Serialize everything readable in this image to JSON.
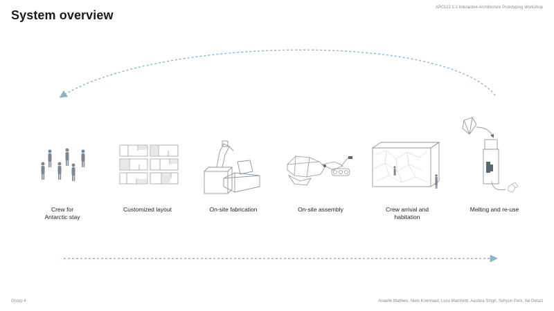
{
  "slide": {
    "title": "System overview",
    "course": "AR0122 1:1 Interactive Architecture Prototyping Workshop",
    "group": "Group 4",
    "authors": "Anaelle Mathieu, Niels Koenraad, Luca Marchetti, Aashna Singh, Sohyun Park, Ilai Detazi"
  },
  "steps": [
    {
      "label": "Crew for\nAntarctic stay",
      "icon": "crew-figures-icon"
    },
    {
      "label": "Customized layout",
      "icon": "layout-plan-icon"
    },
    {
      "label": "On-site fabrication",
      "icon": "robot-arm-icon"
    },
    {
      "label": "On-site assembly",
      "icon": "assembly-icon"
    },
    {
      "label": "Crew arrival and\nhabitation",
      "icon": "habitation-block-icon"
    },
    {
      "label": "Melting and re-use",
      "icon": "melting-icon"
    }
  ],
  "colors": {
    "arrow": "#8fb3c4",
    "drawing": "#9aa0a5",
    "figure": "#7d8790"
  }
}
